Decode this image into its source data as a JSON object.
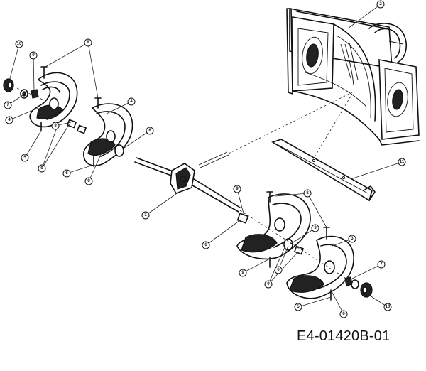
{
  "drawing_code": "E4-01420B-01",
  "callouts": [
    "2",
    "8",
    "10",
    "9",
    "7",
    "4",
    "4",
    "8",
    "5",
    "9",
    "6",
    "9",
    "1",
    "11",
    "9",
    "6",
    "8",
    "9",
    "3",
    "3",
    "9",
    "6",
    "9",
    "5",
    "7",
    "10",
    "6"
  ]
}
